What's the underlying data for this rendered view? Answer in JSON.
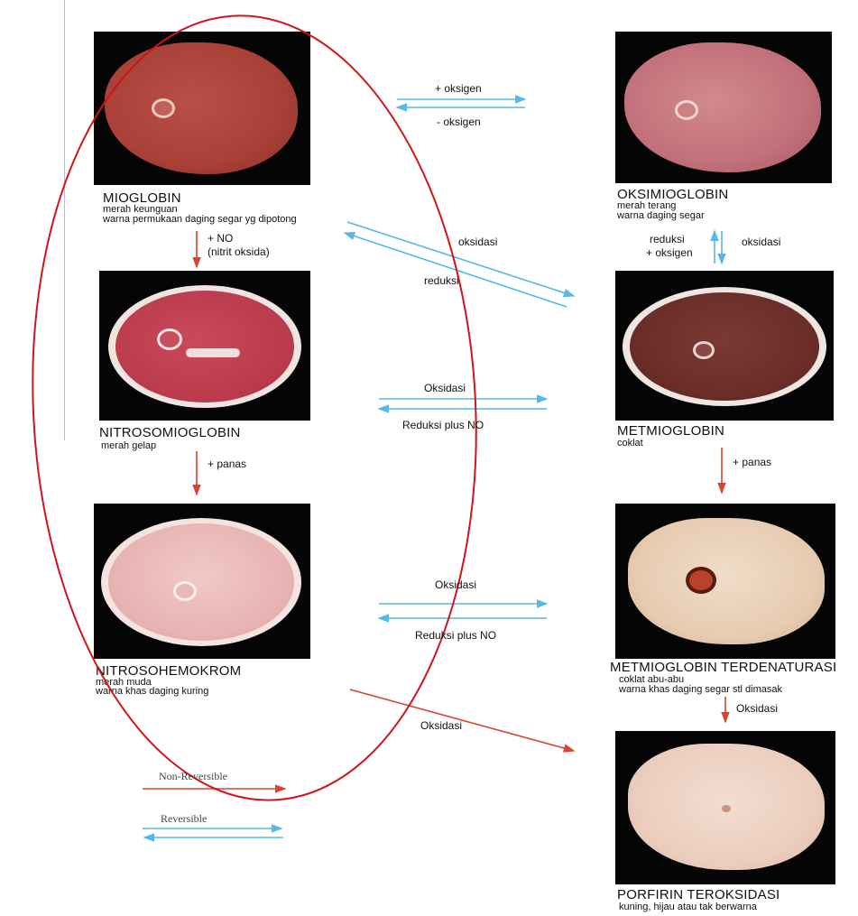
{
  "colors": {
    "reversible_arrow": "#56b8e6",
    "non_reversible_arrow": "#d9432f",
    "highlight_ellipse": "#d0141a"
  },
  "states": {
    "mioglobin": {
      "title": "MIOGLOBIN",
      "desc1": "merah keunguan",
      "desc2": "warna permukaan daging segar yg dipotong"
    },
    "oksimioglobin": {
      "title": "OKSIMIOGLOBIN",
      "desc1": "merah terang",
      "desc2": "warna daging segar"
    },
    "nitrosomioglobin": {
      "title": "NITROSOMIOGLOBIN",
      "desc1": "merah gelap"
    },
    "metmioglobin": {
      "title": "METMIOGLOBIN",
      "desc1": "coklat"
    },
    "nitrosohemokrom": {
      "title": "NITROSOHEMOKROM",
      "desc1": "merah muda",
      "desc2": "warna khas daging kuring"
    },
    "metmioglobin_terdenaturasi": {
      "title": "METMIOGLOBIN TERDENATURASI",
      "desc1": "coklat abu-abu",
      "desc2": "warna khas daging segar stl dimasak"
    },
    "porfirin_teroksidasi": {
      "title": "PORFIRIN TEROKSIDASI",
      "desc1": "kuning, hijau atau tak berwarna"
    }
  },
  "arrows": {
    "plus_oksigen": "+ oksigen",
    "minus_oksigen": "- oksigen",
    "plus_no": "+ NO",
    "nitrit_oksida": "(nitrit oksida)",
    "oksidasi_diag": "oksidasi",
    "reduksi_diag": "reduksi",
    "reduksi_vert": "reduksi",
    "plus_oksigen_vert": "+ oksigen",
    "oksidasi_vert": "oksidasi",
    "oksidasi_mid": "Oksidasi",
    "reduksi_plus_no_mid": "Reduksi plus NO",
    "plus_panas_left": "+ panas",
    "plus_panas_right": "+ panas",
    "oksidasi_low": "Oksidasi",
    "reduksi_plus_no_low": "Reduksi plus NO",
    "oksidasi_right_down": "Oksidasi",
    "oksidasi_bottom_diag": "Oksidasi"
  },
  "legend": {
    "non_reversible": "Non-Reversible",
    "reversible": "Reversible"
  }
}
